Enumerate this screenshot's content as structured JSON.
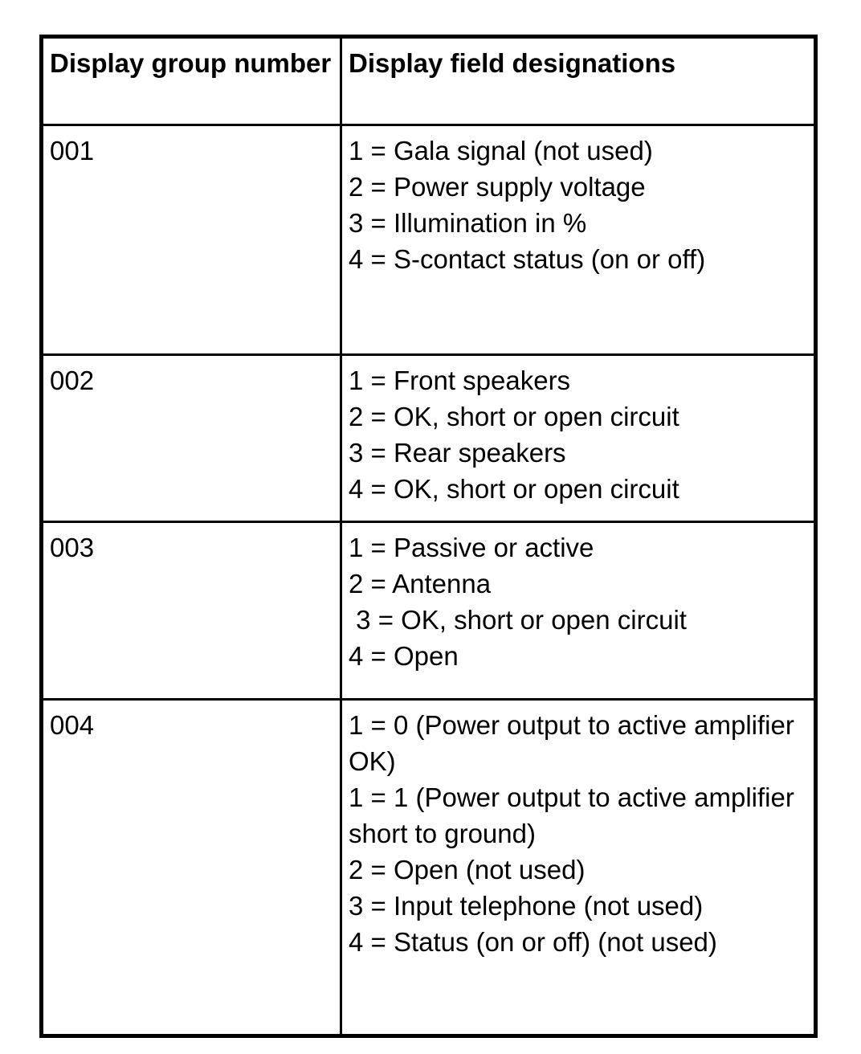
{
  "table": {
    "headers": [
      "Display group number",
      "Display field designations"
    ],
    "rows": [
      {
        "group": "001",
        "fields": [
          "1 = Gala signal (not used)",
          "2 = Power supply voltage",
          "3 = Illumination in %",
          "4 = S-contact status (on or off)"
        ]
      },
      {
        "group": "002",
        "fields": [
          "1 = Front speakers",
          "2 = OK, short or open circuit",
          "3 = Rear speakers",
          "4 = OK, short or open circuit"
        ]
      },
      {
        "group": "003",
        "fields": [
          "1 = Passive or active",
          "2 = Antenna",
          " 3 = OK, short or open circuit",
          "4 = Open"
        ]
      },
      {
        "group": "004",
        "fields": [
          "1 = 0 (Power output to active amplifier OK)",
          "1 = 1 (Power output to active amplifier short to ground)",
          "2 = Open (not used)",
          "3 = Input telephone (not used)",
          "4 = Status (on or off) (not used)"
        ]
      }
    ],
    "colors": {
      "border": "#000000",
      "text": "#000000",
      "background": "#ffffff"
    }
  }
}
